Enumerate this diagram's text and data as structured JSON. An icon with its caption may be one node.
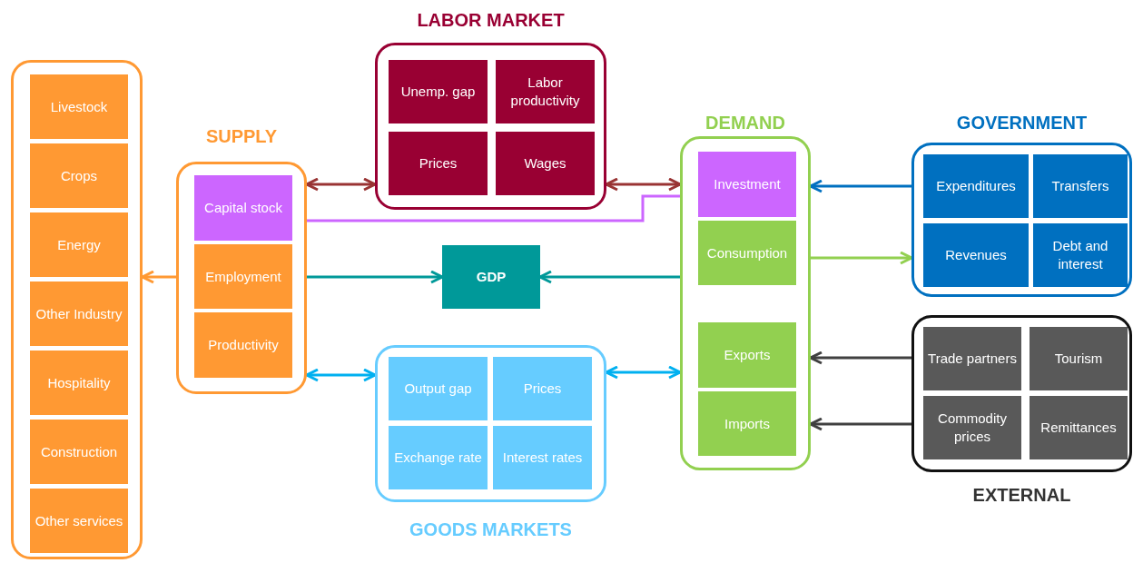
{
  "diagram": {
    "nodes": [
      {
        "text": [],
        "shape": "box"
      },
      {
        "text": [
          "Livestock"
        ],
        "in": 0
      },
      {
        "text": [
          "Crops"
        ],
        "in": 0
      },
      {
        "text": [
          "Energy"
        ],
        "in": 0
      },
      {
        "text": [
          "Other Industry"
        ],
        "in": 0
      },
      {
        "text": [
          "Hospitality"
        ],
        "in": 0
      },
      {
        "text": [
          "Construction"
        ],
        "in": 0
      },
      {
        "text": [
          "Other services"
        ],
        "in": 0
      },
      {
        "text": [
          "SUPPLY"
        ]
      },
      {
        "text": [
          "Capital stock"
        ],
        "in": 8
      },
      {
        "text": [
          "Employment"
        ],
        "in": 8
      },
      {
        "text": [
          "Productivity"
        ],
        "in": 8
      },
      {
        "text": [
          "LABOR MARKET"
        ]
      },
      {
        "text": [
          "Unemp. gap"
        ],
        "in": 12
      },
      {
        "text": [
          "Labor productivity"
        ],
        "in": 12
      },
      {
        "text": [
          "Prices"
        ],
        "in": 12
      },
      {
        "text": [
          "Wages"
        ],
        "in": 12
      },
      {
        "text": [
          "GDP"
        ]
      },
      {
        "text": [
          "GOODS MARKETS"
        ]
      },
      {
        "text": [
          "Output gap"
        ],
        "in": 18
      },
      {
        "text": [
          "Prices"
        ],
        "in": 18
      },
      {
        "text": [
          "Exchange rate"
        ],
        "in": 18
      },
      {
        "text": [
          "Interest rates"
        ],
        "in": 18
      },
      {
        "text": [
          "DEMAND"
        ]
      },
      {
        "text": [
          "Investment"
        ],
        "in": 23
      },
      {
        "text": [
          "Consumption"
        ],
        "in": 23
      },
      {
        "text": [
          "Exports"
        ],
        "in": 23
      },
      {
        "text": [
          "Imports"
        ],
        "in": 23
      },
      {
        "text": [
          "GOVERNMENT"
        ]
      },
      {
        "text": [
          "Expenditures"
        ],
        "in": 28
      },
      {
        "text": [
          "Transfers"
        ],
        "in": 28
      },
      {
        "text": [
          "Revenues"
        ],
        "in": 28
      },
      {
        "text": [
          "Debt and interest"
        ],
        "in": 28
      },
      {
        "text": [
          "EXTERNAL"
        ]
      },
      {
        "text": [
          "Trade partners"
        ],
        "in": 33
      },
      {
        "text": [
          "Tourism"
        ],
        "in": 33
      },
      {
        "text": [
          "Commodity prices"
        ],
        "in": 33
      },
      {
        "text": [
          "Remittances"
        ],
        "in": 33
      }
    ],
    "edges": [
      {
        "from": 8,
        "to": 0,
        "arrow": "to",
        "color": "#ff9933"
      },
      {
        "from": 8,
        "to": 12,
        "arrow": "both",
        "color": "#993333"
      },
      {
        "from": 12,
        "to": 23,
        "arrow": "both",
        "color": "#993333"
      },
      {
        "from": 24,
        "to": 9,
        "arrow": "to",
        "color": "#cc66ff"
      },
      {
        "from": 8,
        "to": 17,
        "arrow": "to",
        "color": "#009999"
      },
      {
        "from": 23,
        "to": 17,
        "arrow": "to",
        "color": "#009999"
      },
      {
        "from": 8,
        "to": 18,
        "arrow": "both",
        "color": "#00b0f0"
      },
      {
        "from": 18,
        "to": 23,
        "arrow": "both",
        "color": "#00b0f0"
      },
      {
        "from": 28,
        "to": 23,
        "arrow": "to",
        "color": "#0070c0"
      },
      {
        "from": 23,
        "to": 28,
        "arrow": "to",
        "color": "#92d050"
      },
      {
        "from": 33,
        "to": 23,
        "arrow": "to",
        "color": "#404040"
      },
      {
        "from": 33,
        "to": 23,
        "arrow": "to",
        "color": "#404040"
      }
    ]
  }
}
